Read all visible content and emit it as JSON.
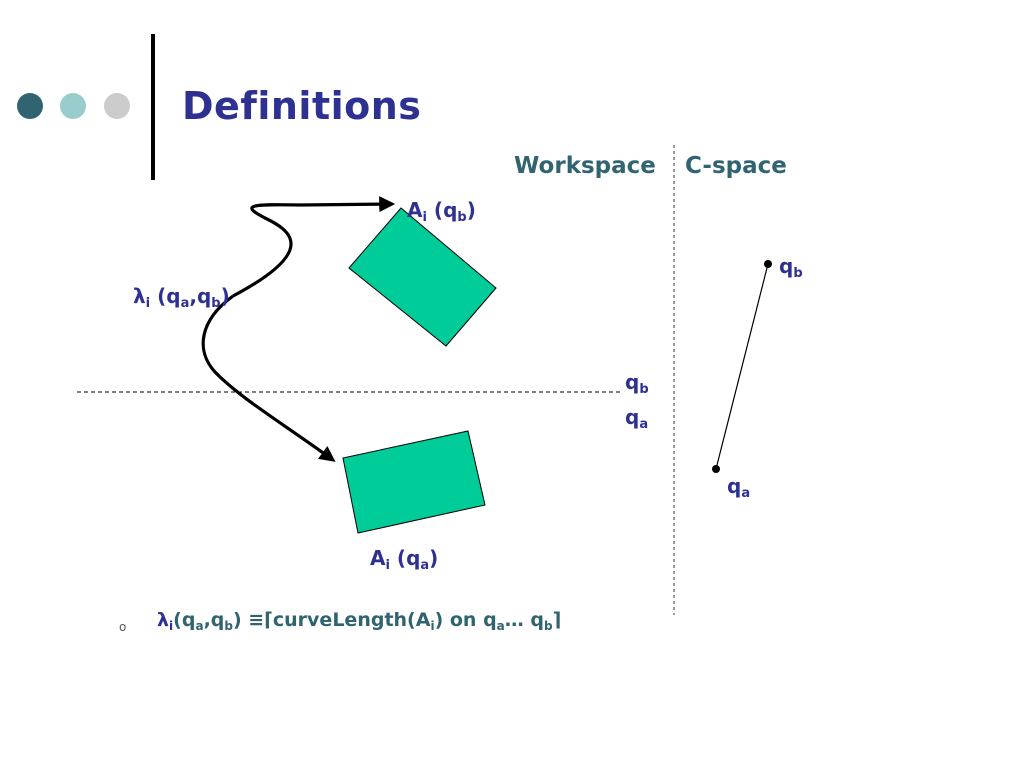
{
  "slide": {
    "title": "Definitions",
    "headers": {
      "workspace": "Workspace",
      "cspace": "C-space"
    },
    "bullet": "o"
  },
  "labels": {
    "ai": "A",
    "i": "i",
    "qa": "q",
    "qa_sub": "a",
    "qb": "q",
    "qb_sub": "b",
    "lambda": "λ",
    "open": "(",
    "close": ")",
    "comma": ","
  },
  "formula": {
    "lambda": "λ",
    "i": "i",
    "open": "(",
    "q1": "q",
    "a": "a",
    "comma": ",",
    "q2": "q",
    "b": "b",
    "close": ")",
    "equiv": " ≡⌈",
    "text": "curveLength(A",
    "text_i": "i",
    "text2": ") on q",
    "text_a": "a",
    "text3": "… q",
    "text_b": "b",
    "ceil_close": "⌉"
  },
  "colors": {
    "title": "#2e3192",
    "header": "#2f6470",
    "label": "#2e3192",
    "rectangle": "#00cc99",
    "dot1": "#2f6470",
    "dot2": "#99cccc",
    "dot3": "#cccccc"
  }
}
